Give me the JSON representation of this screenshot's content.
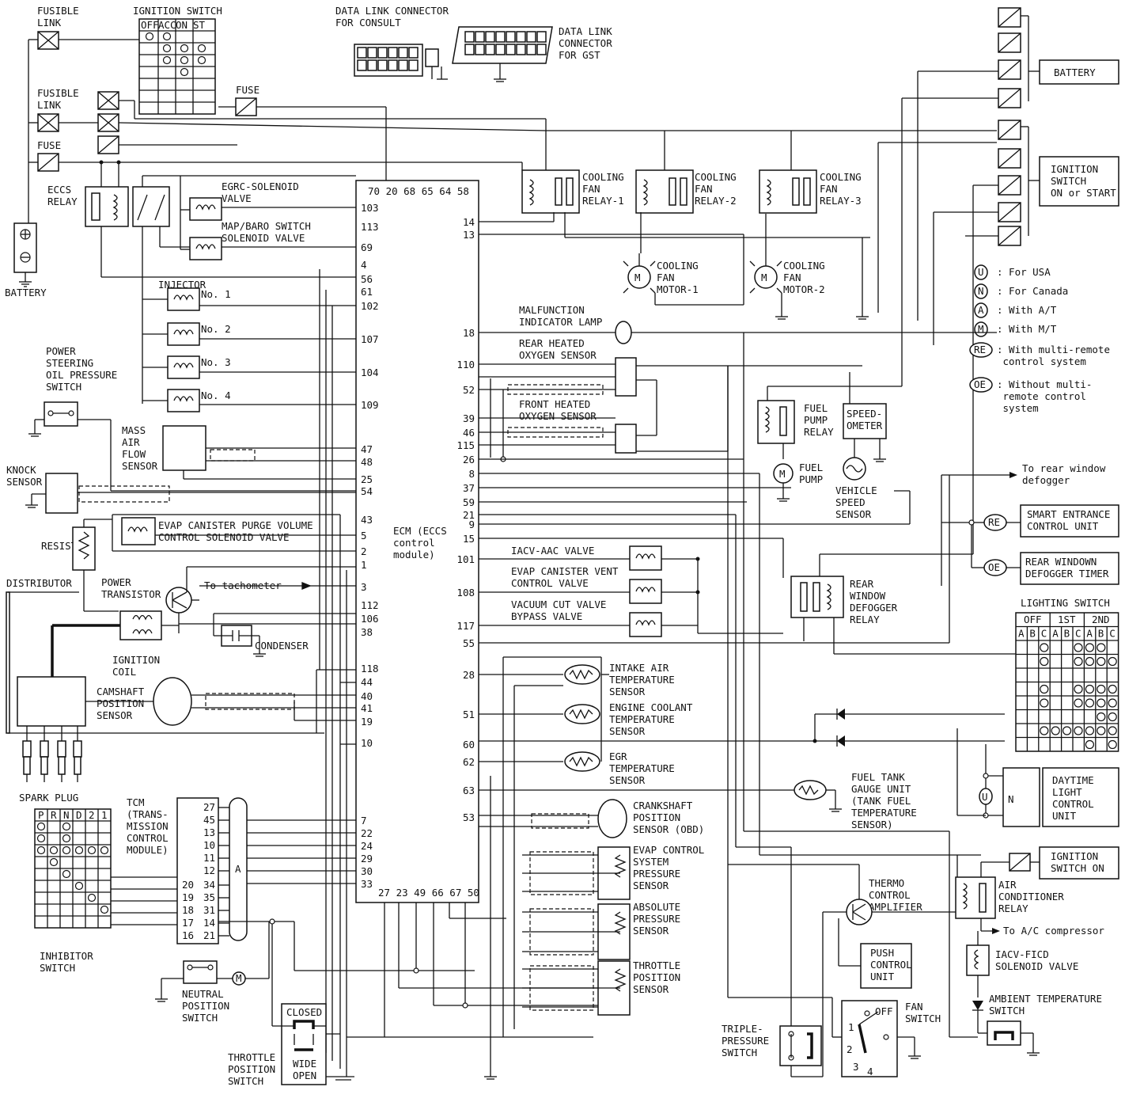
{
  "components": {
    "fusible_link_1": "FUSIBLE\nLINK",
    "fusible_link_2": "FUSIBLE\nLINK",
    "fuse_1": "FUSE",
    "fuse_2": "FUSE",
    "ignition_switch": "IGNITION SWITCH",
    "ign_cols": [
      "OFF",
      "ACC",
      "ON",
      "ST"
    ],
    "data_link_consult": "DATA LINK CONNECTOR\nFOR CONSULT",
    "data_link_gst": "DATA LINK\nCONNECTOR\nFOR GST",
    "eccs_relay": "ECCS\nRELAY",
    "battery_left": "BATTERY",
    "egrc_solenoid": "EGRC-SOLENOID\nVALVE",
    "map_baro": "MAP/BARO SWITCH\nSOLENOID VALVE",
    "injector": "INJECTOR",
    "injector_nos": [
      "No. 1",
      "No. 2",
      "No. 3",
      "No. 4"
    ],
    "ps_switch": "POWER\nSTEERING\nOIL PRESSURE\nSWITCH",
    "maf": "MASS\nAIR\nFLOW\nSENSOR",
    "knock": "KNOCK\nSENSOR",
    "evap_purge": "EVAP CANISTER PURGE VOLUME\nCONTROL SOLENOID VALVE",
    "resistor": "RESISTOR",
    "distributor": "DISTRIBUTOR",
    "power_transistor": "POWER\nTRANSISTOR",
    "to_tach": "To tachometer",
    "ign_coil": "IGNITION\nCOIL",
    "condenser": "CONDENSER",
    "camshaft": "CAMSHAFT\nPOSITION\nSENSOR",
    "spark_plug": "SPARK PLUG",
    "inhibitor": "INHIBITOR\nSWITCH",
    "inhib_cols": [
      "P",
      "R",
      "N",
      "D",
      "2",
      "1"
    ],
    "tcm": "TCM\n(TRANS-\nMISSION\nCONTROL\nMODULE)",
    "tcm_pins_top": [
      "27",
      "45",
      "13",
      "10",
      "11",
      "12"
    ],
    "tcm_pins_left": [
      "20",
      "19",
      "18",
      "17",
      "16"
    ],
    "tcm_pins_right": [
      "34",
      "35",
      "31",
      "14",
      "21"
    ],
    "tcm_a": "A",
    "neutral_switch": "NEUTRAL\nPOSITION\nSWITCH",
    "tp_switch": "THROTTLE\nPOSITION\nSWITCH",
    "closed": "CLOSED",
    "wide_open": "WIDE\nOPEN",
    "ecm": "ECM (ECCS\ncontrol\nmodule)",
    "ecm_top_pins": "70 20 68 65 64 58",
    "ecm_bottom_pins": "27 23 49 66 67 50",
    "ecm_left_pins": [
      "103",
      "113",
      "69",
      "4",
      "56",
      "61",
      "102",
      "107",
      "104",
      "109",
      "47",
      "48",
      "25",
      "54",
      "43",
      "5",
      "2",
      "1",
      "3",
      "112",
      "106",
      "38",
      "118",
      "44",
      "40",
      "41",
      "19",
      "10",
      "7",
      "22",
      "24",
      "29",
      "30",
      "33"
    ],
    "ecm_right_pins": [
      "14",
      "13",
      "18",
      "110",
      "52",
      "39",
      "46",
      "115",
      "26",
      "8",
      "37",
      "59",
      "21",
      "9",
      "15",
      "101",
      "108",
      "117",
      "55",
      "28",
      "51",
      "60",
      "62",
      "63",
      "53"
    ],
    "cfr1": "COOLING\nFAN\nRELAY-1",
    "cfr2": "COOLING\nFAN\nRELAY-2",
    "cfr3": "COOLING\nFAN\nRELAY-3",
    "cfm1": "COOLING\nFAN\nMOTOR-1",
    "cfm2": "COOLING\nFAN\nMOTOR-2",
    "battery_right": "BATTERY",
    "ign_on_start": "IGNITION\nSWITCH\nON or START",
    "mil": "MALFUNCTION\nINDICATOR LAMP",
    "rear_o2": "REAR HEATED\nOXYGEN SENSOR",
    "front_o2": "FRONT HEATED\nOXYGEN SENSOR",
    "fuel_pump_relay": "FUEL\nPUMP\nRELAY",
    "fuel_pump": "FUEL\nPUMP",
    "speedometer": "SPEED-\nOMETER",
    "vss": "VEHICLE\nSPEED\nSENSOR",
    "to_rear_defogger": "To rear window\ndefogger",
    "smart_entrance": "SMART ENTRANCE\nCONTROL UNIT",
    "rear_def_timer": "REAR WINDOWN\nDEFOGGER TIMER",
    "rear_def_relay": "REAR\nWINDOW\nDEFOGGER\nRELAY",
    "iacv_aac": "IACV-AAC VALVE",
    "evap_vent": "EVAP CANISTER VENT\nCONTROL VALVE",
    "vacuum_cut": "VACUUM CUT VALVE\nBYPASS VALVE",
    "lighting_switch": "LIGHTING SWITCH",
    "light_cols_top": [
      "OFF",
      "1ST",
      "2ND"
    ],
    "light_cols": [
      "A",
      "B",
      "C",
      "A",
      "B",
      "C",
      "A",
      "B",
      "C"
    ],
    "intake_air": "INTAKE AIR\nTEMPERATURE\nSENSOR",
    "ect": "ENGINE COOLANT\nTEMPERATURE\nSENSOR",
    "egr_temp": "EGR\nTEMPERATURE\nSENSOR",
    "fuel_tank": "FUEL TANK\nGAUGE UNIT\n(TANK FUEL\nTEMPERATURE\nSENSOR)",
    "daytime": "DAYTIME\nLIGHT\nCONTROL\nUNIT",
    "crankshaft": "CRANKSHAFT\nPOSITION\nSENSOR (OBD)",
    "evap_pressure": "EVAP CONTROL\nSYSTEM\nPRESSURE\nSENSOR",
    "abs_pressure": "ABSOLUTE\nPRESSURE\nSENSOR",
    "throttle_pos": "THROTTLE\nPOSITION\nSENSOR",
    "ign_switch_on": "IGNITION\nSWITCH ON",
    "thermo": "THERMO\nCONTROL\nAMPLIFIER",
    "ac_relay": "AIR\nCONDITIONER\nRELAY",
    "to_ac": "To A/C compressor",
    "iacv_ficd": "IACV-FICD\nSOLENOID VALVE",
    "push_control": "PUSH\nCONTROL\nUNIT",
    "ambient": "AMBIENT TEMPERATURE\nSWITCH",
    "fan_switch": "FAN\nSWITCH",
    "fan_off": "OFF",
    "fan_nums": [
      "1",
      "2",
      "3",
      "4"
    ],
    "triple": "TRIPLE-\nPRESSURE\nSWITCH"
  },
  "legend": [
    {
      "symbol": "U",
      "text": ": For USA"
    },
    {
      "symbol": "N",
      "text": ": For Canada"
    },
    {
      "symbol": "A",
      "text": ": With A/T"
    },
    {
      "symbol": "M",
      "text": ": With M/T"
    },
    {
      "symbol": "RE",
      "text": ": With multi-remote\n  control system"
    },
    {
      "symbol": "OE",
      "text": ": Without multi-\n  remote control\n  system"
    }
  ],
  "symbols": {
    "re": "RE",
    "oe": "OE",
    "u": "U",
    "n": "N",
    "m": "M"
  }
}
